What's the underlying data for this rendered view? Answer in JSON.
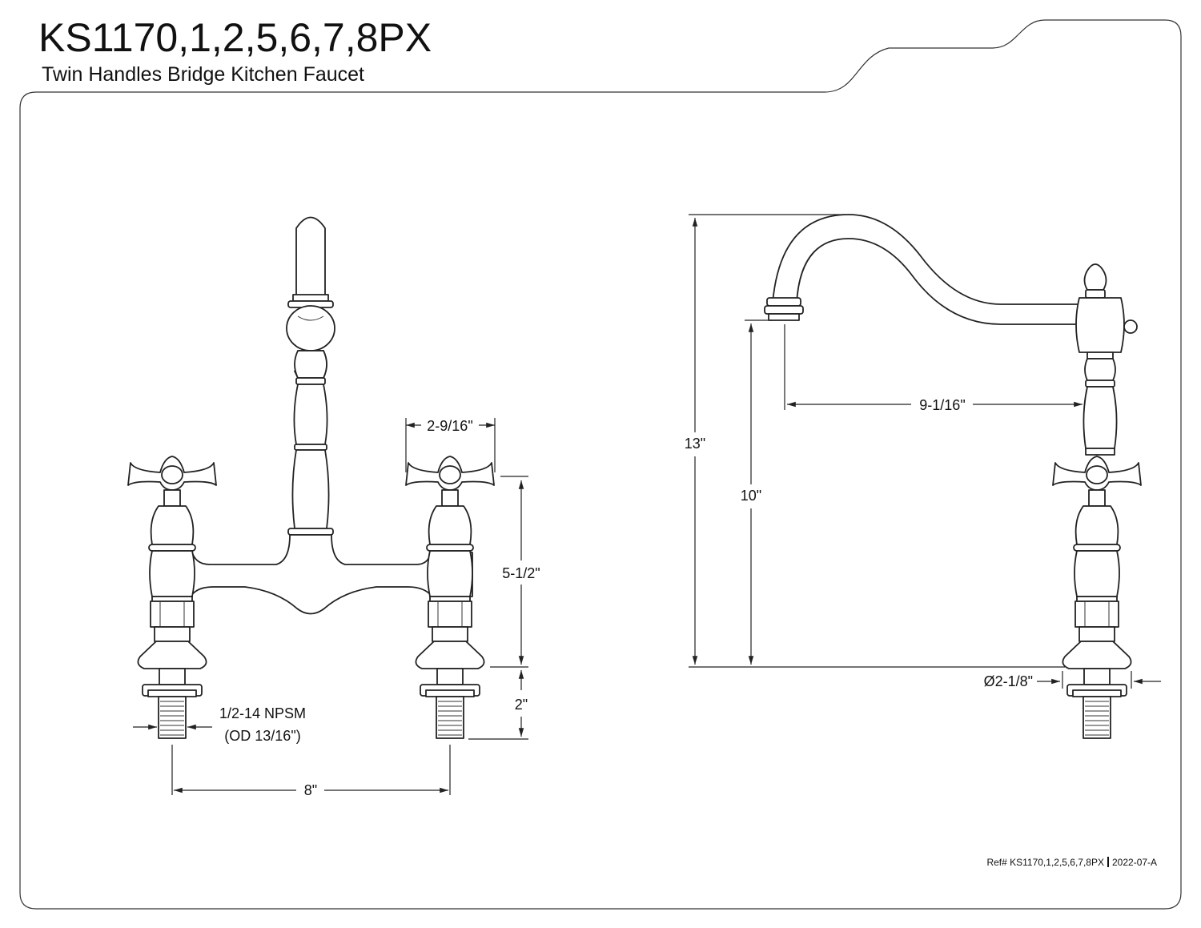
{
  "header": {
    "model": "KS1170,1,2,5,6,7,8PX",
    "subtitle": "Twin Handles Bridge Kitchen Faucet"
  },
  "front_view": {
    "handle_width": "2-9/16\"",
    "valve_height": "5-1/2\"",
    "shank_length": "2\"",
    "thread_spec": "1/2-14 NPSM",
    "thread_od": "(OD 13/16\")",
    "center_spacing": "8\""
  },
  "side_view": {
    "overall_height": "13\"",
    "spout_height": "10\"",
    "spout_reach": "9-1/16\"",
    "flange_diameter": "Ø2-1/8\""
  },
  "footer": {
    "ref": "Ref# KS1170,1,2,5,6,7,8PX",
    "revision": "2022-07-A"
  }
}
